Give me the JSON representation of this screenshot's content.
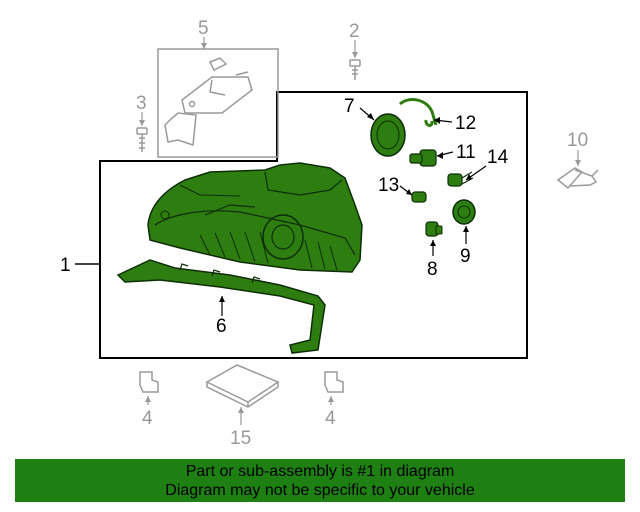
{
  "colors": {
    "highlight_fill": "#2e7d10",
    "highlight_stroke": "#0d2e05",
    "outline": "#000000",
    "ghost": "#9a9a9a",
    "footer_bg": "#1e7f13"
  },
  "callouts": {
    "c1": "1",
    "c2": "2",
    "c3": "3",
    "c4a": "4",
    "c4b": "4",
    "c5": "5",
    "c6": "6",
    "c7": "7",
    "c8": "8",
    "c9": "9",
    "c10": "10",
    "c11": "11",
    "c12": "12",
    "c13": "13",
    "c14": "14",
    "c15": "15"
  },
  "footer": {
    "line1": "Part or sub-assembly is #1 in diagram",
    "line2": "Diagram may not be specific to your vehicle"
  }
}
